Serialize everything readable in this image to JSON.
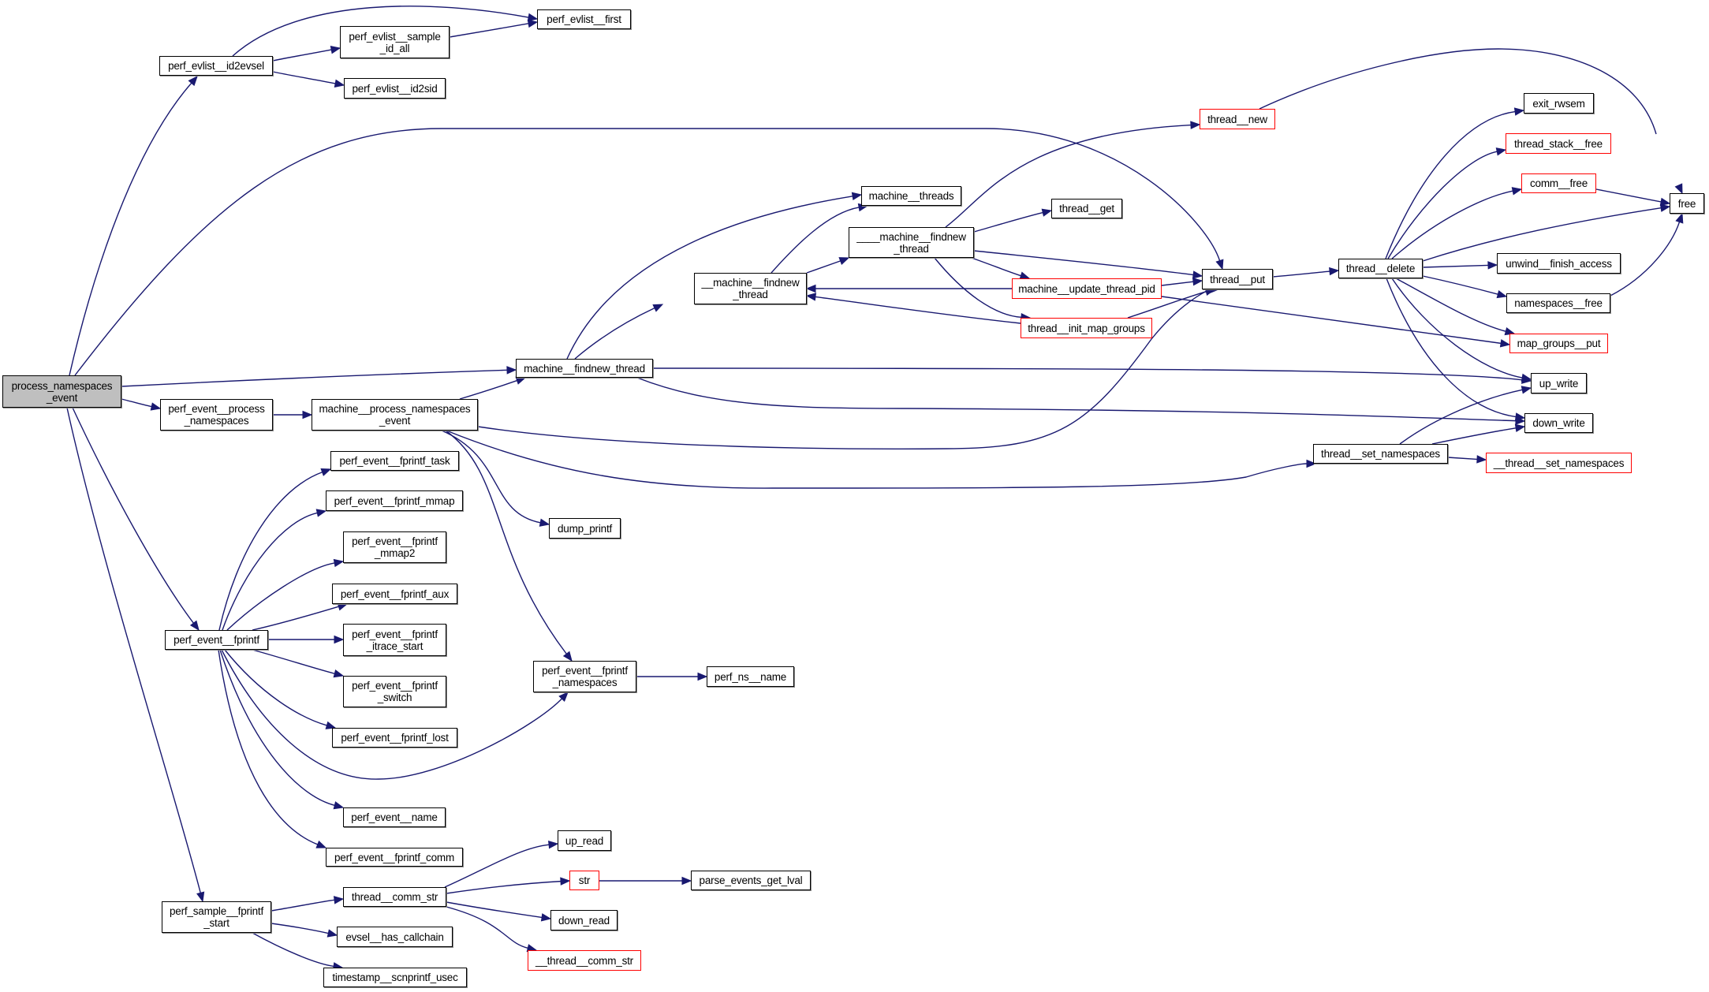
{
  "graph": {
    "title": "process_namespaces_event call graph",
    "root": "process_namespaces_event",
    "colors": {
      "edge": "#191970",
      "current_node_fill": "#bfbfbf",
      "node_border": "#000000",
      "truncated_node_border": "#ff0000",
      "background": "#ffffff"
    },
    "nodes": [
      {
        "id": "process_namespaces_event",
        "label": "process_namespaces\n_event",
        "style": "current"
      },
      {
        "id": "perf_evlist__id2evsel",
        "label": "perf_evlist__id2evsel",
        "style": "normal"
      },
      {
        "id": "perf_evlist__sample_id_all",
        "label": "perf_evlist__sample\n_id_all",
        "style": "normal"
      },
      {
        "id": "perf_evlist__first",
        "label": "perf_evlist__first",
        "style": "normal"
      },
      {
        "id": "perf_evlist__id2sid",
        "label": "perf_evlist__id2sid",
        "style": "normal"
      },
      {
        "id": "perf_event__process_namespaces",
        "label": "perf_event__process\n_namespaces",
        "style": "normal"
      },
      {
        "id": "machine__process_namespaces_event",
        "label": "machine__process_namespaces\n_event",
        "style": "normal"
      },
      {
        "id": "machine__findnew_thread",
        "label": "machine__findnew_thread",
        "style": "normal"
      },
      {
        "id": "__machine__findnew_thread",
        "label": "__machine__findnew\n_thread",
        "style": "normal"
      },
      {
        "id": "machine__threads",
        "label": "machine__threads",
        "style": "normal"
      },
      {
        "id": "___machine__findnew_thread",
        "label": "____machine__findnew\n_thread",
        "style": "normal"
      },
      {
        "id": "thread__get",
        "label": "thread__get",
        "style": "normal"
      },
      {
        "id": "thread__new",
        "label": "thread__new",
        "style": "truncated"
      },
      {
        "id": "machine__update_thread_pid",
        "label": "machine__update_thread_pid",
        "style": "truncated"
      },
      {
        "id": "thread__init_map_groups",
        "label": "thread__init_map_groups",
        "style": "truncated"
      },
      {
        "id": "thread__put",
        "label": "thread__put",
        "style": "normal"
      },
      {
        "id": "thread__delete",
        "label": "thread__delete",
        "style": "normal"
      },
      {
        "id": "exit_rwsem",
        "label": "exit_rwsem",
        "style": "normal"
      },
      {
        "id": "thread_stack__free",
        "label": "thread_stack__free",
        "style": "truncated"
      },
      {
        "id": "comm__free",
        "label": "comm__free",
        "style": "truncated"
      },
      {
        "id": "free",
        "label": "free",
        "style": "normal"
      },
      {
        "id": "unwind__finish_access",
        "label": "unwind__finish_access",
        "style": "normal"
      },
      {
        "id": "namespaces__free",
        "label": "namespaces__free",
        "style": "normal"
      },
      {
        "id": "map_groups__put",
        "label": "map_groups__put",
        "style": "truncated"
      },
      {
        "id": "up_write",
        "label": "up_write",
        "style": "normal"
      },
      {
        "id": "down_write",
        "label": "down_write",
        "style": "normal"
      },
      {
        "id": "thread__set_namespaces",
        "label": "thread__set_namespaces",
        "style": "normal"
      },
      {
        "id": "__thread__set_namespaces",
        "label": "__thread__set_namespaces",
        "style": "truncated"
      },
      {
        "id": "dump_printf",
        "label": "dump_printf",
        "style": "normal"
      },
      {
        "id": "perf_event__fprintf_task",
        "label": "perf_event__fprintf_task",
        "style": "normal"
      },
      {
        "id": "perf_event__fprintf_mmap",
        "label": "perf_event__fprintf_mmap",
        "style": "normal"
      },
      {
        "id": "perf_event__fprintf_mmap2",
        "label": "perf_event__fprintf\n_mmap2",
        "style": "normal"
      },
      {
        "id": "perf_event__fprintf_aux",
        "label": "perf_event__fprintf_aux",
        "style": "normal"
      },
      {
        "id": "perf_event__fprintf",
        "label": "perf_event__fprintf",
        "style": "normal"
      },
      {
        "id": "perf_event__fprintf_itrace_start",
        "label": "perf_event__fprintf\n_itrace_start",
        "style": "normal"
      },
      {
        "id": "perf_event__fprintf_switch",
        "label": "perf_event__fprintf\n_switch",
        "style": "normal"
      },
      {
        "id": "perf_event__fprintf_lost",
        "label": "perf_event__fprintf_lost",
        "style": "normal"
      },
      {
        "id": "perf_event__fprintf_namespaces",
        "label": "perf_event__fprintf\n_namespaces",
        "style": "normal"
      },
      {
        "id": "perf_ns__name",
        "label": "perf_ns__name",
        "style": "normal"
      },
      {
        "id": "perf_event__name",
        "label": "perf_event__name",
        "style": "normal"
      },
      {
        "id": "perf_event__fprintf_comm",
        "label": "perf_event__fprintf_comm",
        "style": "normal"
      },
      {
        "id": "perf_sample__fprintf_start",
        "label": "perf_sample__fprintf\n_start",
        "style": "normal"
      },
      {
        "id": "thread__comm_str",
        "label": "thread__comm_str",
        "style": "normal"
      },
      {
        "id": "evsel__has_callchain",
        "label": "evsel__has_callchain",
        "style": "normal"
      },
      {
        "id": "timestamp__scnprintf_usec",
        "label": "timestamp__scnprintf_usec",
        "style": "normal"
      },
      {
        "id": "up_read",
        "label": "up_read",
        "style": "normal"
      },
      {
        "id": "str",
        "label": "str",
        "style": "truncated"
      },
      {
        "id": "parse_events_get_lval",
        "label": "parse_events_get_lval",
        "style": "normal"
      },
      {
        "id": "down_read",
        "label": "down_read",
        "style": "normal"
      },
      {
        "id": "__thread__comm_str",
        "label": "__thread__comm_str",
        "style": "truncated"
      }
    ],
    "edges": [
      [
        "process_namespaces_event",
        "perf_evlist__id2evsel"
      ],
      [
        "process_namespaces_event",
        "thread__put"
      ],
      [
        "process_namespaces_event",
        "machine__findnew_thread"
      ],
      [
        "process_namespaces_event",
        "perf_event__process_namespaces"
      ],
      [
        "process_namespaces_event",
        "perf_event__fprintf"
      ],
      [
        "process_namespaces_event",
        "perf_sample__fprintf_start"
      ],
      [
        "perf_evlist__id2evsel",
        "perf_evlist__first"
      ],
      [
        "perf_evlist__id2evsel",
        "perf_evlist__sample_id_all"
      ],
      [
        "perf_evlist__id2evsel",
        "perf_evlist__id2sid"
      ],
      [
        "perf_evlist__sample_id_all",
        "perf_evlist__first"
      ],
      [
        "perf_event__process_namespaces",
        "machine__process_namespaces_event"
      ],
      [
        "machine__process_namespaces_event",
        "machine__findnew_thread"
      ],
      [
        "machine__process_namespaces_event",
        "thread__put"
      ],
      [
        "machine__process_namespaces_event",
        "thread__set_namespaces"
      ],
      [
        "machine__process_namespaces_event",
        "dump_printf"
      ],
      [
        "machine__process_namespaces_event",
        "perf_event__fprintf_namespaces"
      ],
      [
        "machine__findnew_thread",
        "machine__threads"
      ],
      [
        "machine__findnew_thread",
        "__machine__findnew_thread"
      ],
      [
        "machine__findnew_thread",
        "up_write"
      ],
      [
        "machine__findnew_thread",
        "down_write"
      ],
      [
        "__machine__findnew_thread",
        "machine__threads"
      ],
      [
        "__machine__findnew_thread",
        "___machine__findnew_thread"
      ],
      [
        "___machine__findnew_thread",
        "thread__new"
      ],
      [
        "___machine__findnew_thread",
        "thread__get"
      ],
      [
        "___machine__findnew_thread",
        "thread__put"
      ],
      [
        "___machine__findnew_thread",
        "machine__update_thread_pid"
      ],
      [
        "___machine__findnew_thread",
        "thread__init_map_groups"
      ],
      [
        "machine__update_thread_pid",
        "__machine__findnew_thread"
      ],
      [
        "machine__update_thread_pid",
        "thread__put"
      ],
      [
        "machine__update_thread_pid",
        "map_groups__put"
      ],
      [
        "thread__init_map_groups",
        "__machine__findnew_thread"
      ],
      [
        "thread__init_map_groups",
        "thread__put"
      ],
      [
        "thread__new",
        "free"
      ],
      [
        "thread__put",
        "thread__delete"
      ],
      [
        "thread__delete",
        "exit_rwsem"
      ],
      [
        "thread__delete",
        "thread_stack__free"
      ],
      [
        "thread__delete",
        "comm__free"
      ],
      [
        "thread__delete",
        "free"
      ],
      [
        "thread__delete",
        "unwind__finish_access"
      ],
      [
        "thread__delete",
        "namespaces__free"
      ],
      [
        "thread__delete",
        "map_groups__put"
      ],
      [
        "thread__delete",
        "up_write"
      ],
      [
        "thread__delete",
        "down_write"
      ],
      [
        "comm__free",
        "free"
      ],
      [
        "namespaces__free",
        "free"
      ],
      [
        "thread__set_namespaces",
        "up_write"
      ],
      [
        "thread__set_namespaces",
        "down_write"
      ],
      [
        "thread__set_namespaces",
        "__thread__set_namespaces"
      ],
      [
        "perf_event__fprintf",
        "perf_event__fprintf_task"
      ],
      [
        "perf_event__fprintf",
        "perf_event__fprintf_mmap"
      ],
      [
        "perf_event__fprintf",
        "perf_event__fprintf_mmap2"
      ],
      [
        "perf_event__fprintf",
        "perf_event__fprintf_aux"
      ],
      [
        "perf_event__fprintf",
        "perf_event__fprintf_itrace_start"
      ],
      [
        "perf_event__fprintf",
        "perf_event__fprintf_switch"
      ],
      [
        "perf_event__fprintf",
        "perf_event__fprintf_lost"
      ],
      [
        "perf_event__fprintf",
        "perf_event__fprintf_namespaces"
      ],
      [
        "perf_event__fprintf",
        "perf_event__name"
      ],
      [
        "perf_event__fprintf",
        "perf_event__fprintf_comm"
      ],
      [
        "perf_event__fprintf_namespaces",
        "perf_ns__name"
      ],
      [
        "perf_sample__fprintf_start",
        "thread__comm_str"
      ],
      [
        "perf_sample__fprintf_start",
        "evsel__has_callchain"
      ],
      [
        "perf_sample__fprintf_start",
        "timestamp__scnprintf_usec"
      ],
      [
        "thread__comm_str",
        "up_read"
      ],
      [
        "thread__comm_str",
        "str"
      ],
      [
        "thread__comm_str",
        "down_read"
      ],
      [
        "thread__comm_str",
        "__thread__comm_str"
      ],
      [
        "str",
        "parse_events_get_lval"
      ]
    ]
  }
}
